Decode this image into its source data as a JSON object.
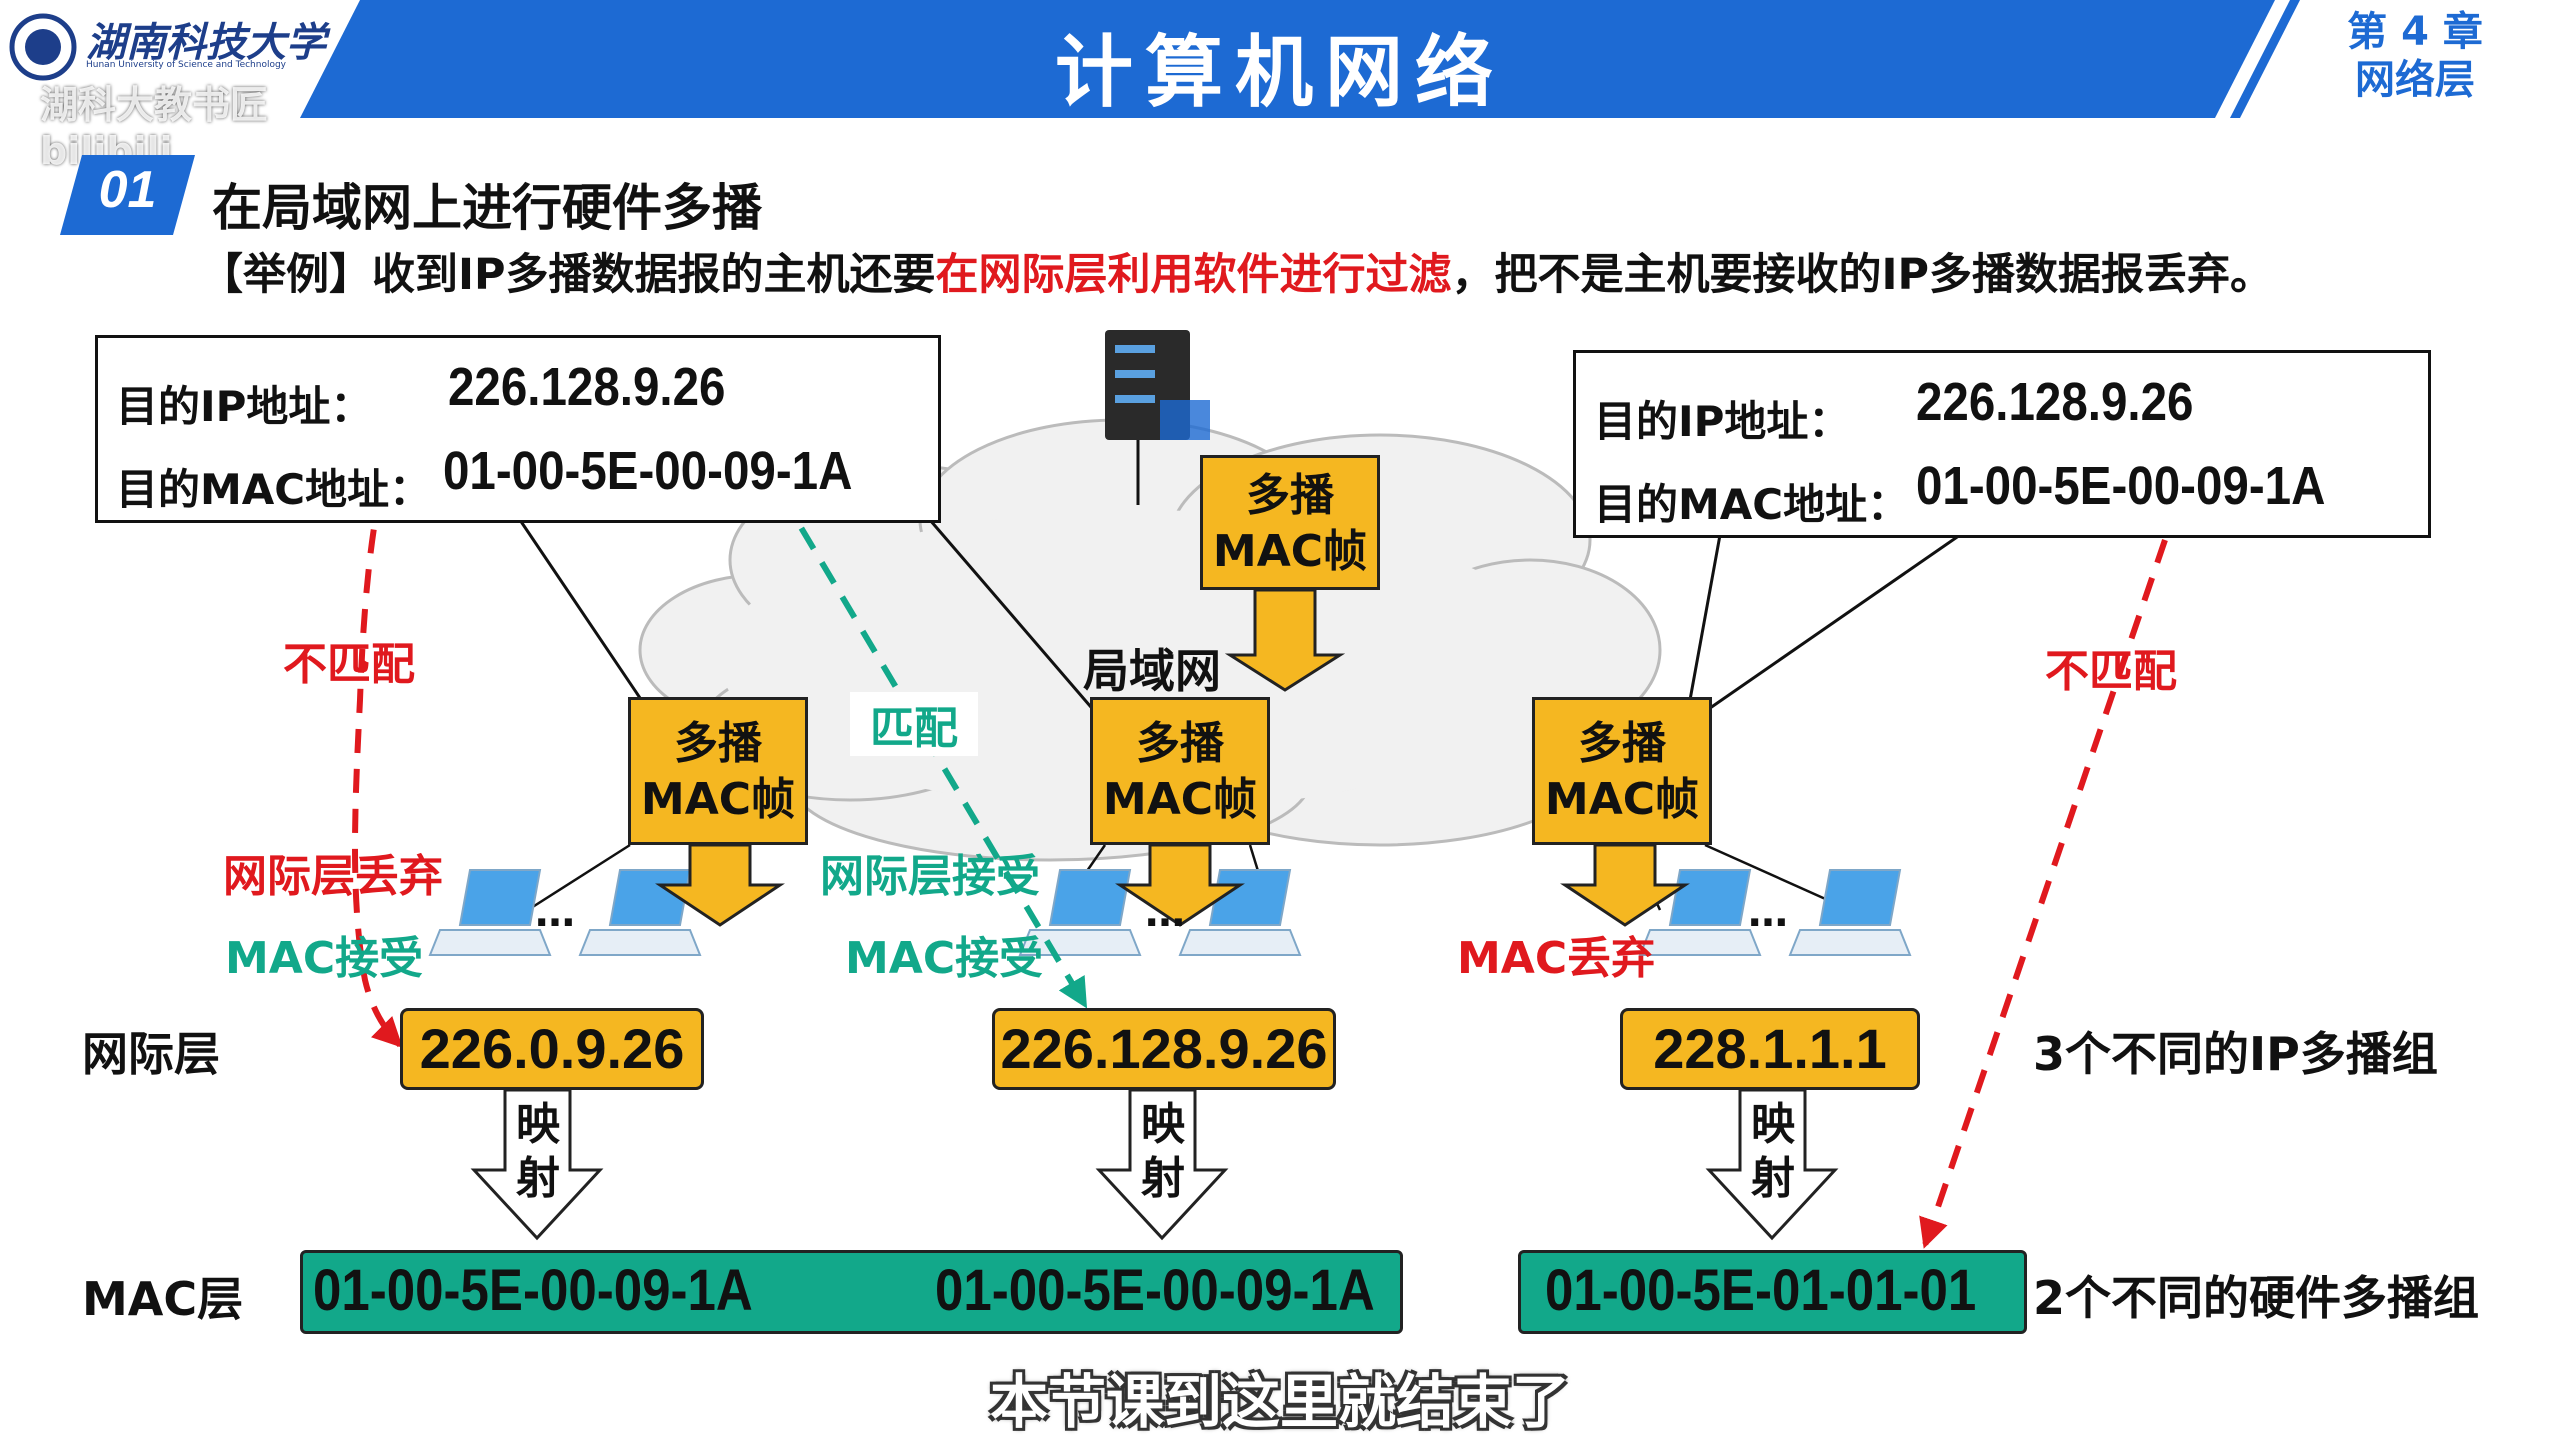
{
  "header": {
    "university_name": "湖南科技大学",
    "university_name_en": "Hunan University of Science and Technology",
    "watermark": "湖科大教书匠 bilibili",
    "course_title": "计算机网络",
    "chapter_label": "第 4 章",
    "chapter_name": "网络层"
  },
  "section": {
    "number": "01",
    "title": "在局域网上进行硬件多播"
  },
  "example": {
    "prefix": "【举例】收到IP多播数据报的主机还要",
    "highlight": "在网际层利用软件进行过滤",
    "suffix": "，把不是主机要接收的IP多播数据报丢弃。"
  },
  "left_box": {
    "ip_label": "目的IP地址：",
    "ip_value": "226.128.9.26",
    "mac_label": "目的MAC地址：",
    "mac_value": "01-00-5E-00-09-1A"
  },
  "right_box": {
    "ip_label": "目的IP地址：",
    "ip_value": "226.128.9.26",
    "mac_label": "目的MAC地址：",
    "mac_value": "01-00-5E-00-09-1A"
  },
  "lan_label": "局域网",
  "frames": {
    "top": "多播 MAC帧",
    "f1": "多播 MAC帧",
    "f2": "多播 MAC帧",
    "f3": "多播 MAC帧",
    "top_l1": "多播",
    "top_l2": "MAC帧",
    "f1_l1": "多播",
    "f1_l2": "MAC帧",
    "f2_l1": "多播",
    "f2_l2": "MAC帧",
    "f3_l1": "多播",
    "f3_l2": "MAC帧"
  },
  "annotations": {
    "mismatch_left": "不匹配",
    "match": "匹配",
    "mismatch_right": "不匹配",
    "net_discard": "网际层丢弃",
    "mac_accept_1": "MAC接受",
    "net_accept": "网际层接受",
    "mac_accept_2": "MAC接受",
    "mac_discard": "MAC丢弃",
    "ellipsis": "…"
  },
  "layers": {
    "network": "网际层",
    "mac": "MAC层"
  },
  "ip_groups": [
    "226.0.9.26",
    "226.128.9.26",
    "228.1.1.1"
  ],
  "map_label": [
    "映",
    "射"
  ],
  "mac_addresses": [
    "01-00-5E-00-09-1A",
    "01-00-5E-00-09-1A",
    "01-00-5E-01-01-01"
  ],
  "notes": {
    "ip_groups": "3个不同的IP多播组",
    "hw_groups": "2个不同的硬件多播组"
  },
  "subtitle": "本节课到这里就结束了",
  "colors": {
    "header_blue": "#1d6ad3",
    "frame_yellow": "#f5b721",
    "mac_teal": "#12a88a",
    "alert_red": "#e0191e"
  }
}
